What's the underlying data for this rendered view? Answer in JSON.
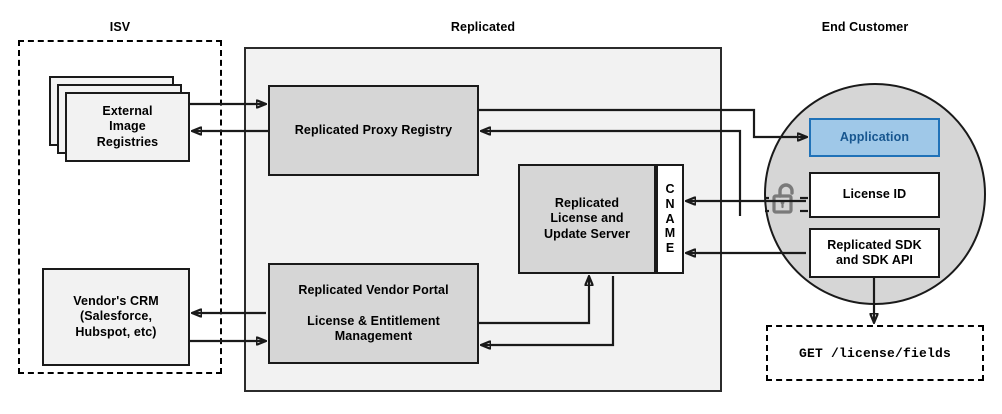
{
  "diagram": {
    "title_isv": "ISV",
    "title_replicated": "Replicated",
    "title_end_customer": "End Customer"
  },
  "isv": {
    "external_registries": {
      "line1": "External",
      "line2": "Image",
      "line3": "Registries"
    },
    "vendor_crm": {
      "line1": "Vendor's CRM",
      "line2": "(Salesforce,",
      "line3": "Hubspot, etc)"
    }
  },
  "replicated": {
    "proxy_registry": "Replicated Proxy Registry",
    "license_server": {
      "line1": "Replicated",
      "line2": "License and",
      "line3": "Update Server"
    },
    "cname": {
      "c": "C",
      "n": "N",
      "a": "A",
      "m": "M",
      "e": "E"
    },
    "vendor_portal": {
      "line1": "Replicated Vendor Portal",
      "line2": "License & Entitlement",
      "line3": "Management"
    }
  },
  "end_customer": {
    "application": "Application",
    "license_id": "License ID",
    "sdk": {
      "line1": "Replicated SDK",
      "line2": "and SDK API"
    },
    "api_call": "GET /license/fields",
    "lock_icon_name": "unlocked-padlock-icon"
  },
  "colors": {
    "zone_fill": "#f2f2f2",
    "node_fill": "#d6d6d6",
    "circle_fill": "#d6d6d6",
    "app_fill": "#9fc8e8",
    "app_border": "#2072b8",
    "app_text": "#17568f",
    "stroke": "#1a1a1a",
    "lock": "#777777"
  }
}
